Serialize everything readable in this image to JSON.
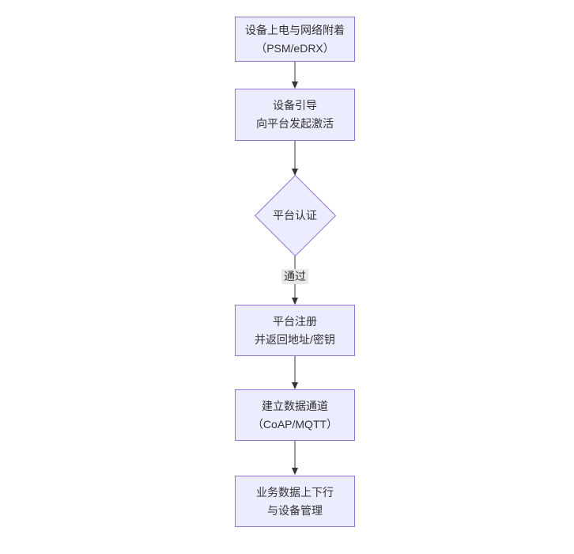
{
  "diagram": {
    "type": "flowchart",
    "direction": "top-down",
    "colors": {
      "node_fill": "#ECECFF",
      "node_border": "#9370DB",
      "edge_line": "#333333",
      "edge_label_bg": "#e8e8e8",
      "text": "#333333",
      "background": "#ffffff"
    },
    "nodes": [
      {
        "id": "power-attach",
        "shape": "rect",
        "lines": [
          "设备上电与网络附着",
          "（PSM/eDRX）"
        ]
      },
      {
        "id": "bootstrap-activate",
        "shape": "rect",
        "lines": [
          "设备引导",
          "向平台发起激活"
        ]
      },
      {
        "id": "platform-auth",
        "shape": "diamond",
        "lines": [
          "平台认证"
        ]
      },
      {
        "id": "platform-register",
        "shape": "rect",
        "lines": [
          "平台注册",
          "并返回地址/密钥"
        ]
      },
      {
        "id": "data-channel",
        "shape": "rect",
        "lines": [
          "建立数据通道",
          "（CoAP/MQTT）"
        ]
      },
      {
        "id": "business-data",
        "shape": "rect",
        "lines": [
          "业务数据上下行",
          "与设备管理"
        ]
      }
    ],
    "edges": [
      {
        "from": "power-attach",
        "to": "bootstrap-activate",
        "label": ""
      },
      {
        "from": "bootstrap-activate",
        "to": "platform-auth",
        "label": ""
      },
      {
        "from": "platform-auth",
        "to": "platform-register",
        "label": "通过"
      },
      {
        "from": "platform-register",
        "to": "data-channel",
        "label": ""
      },
      {
        "from": "data-channel",
        "to": "business-data",
        "label": ""
      }
    ]
  }
}
